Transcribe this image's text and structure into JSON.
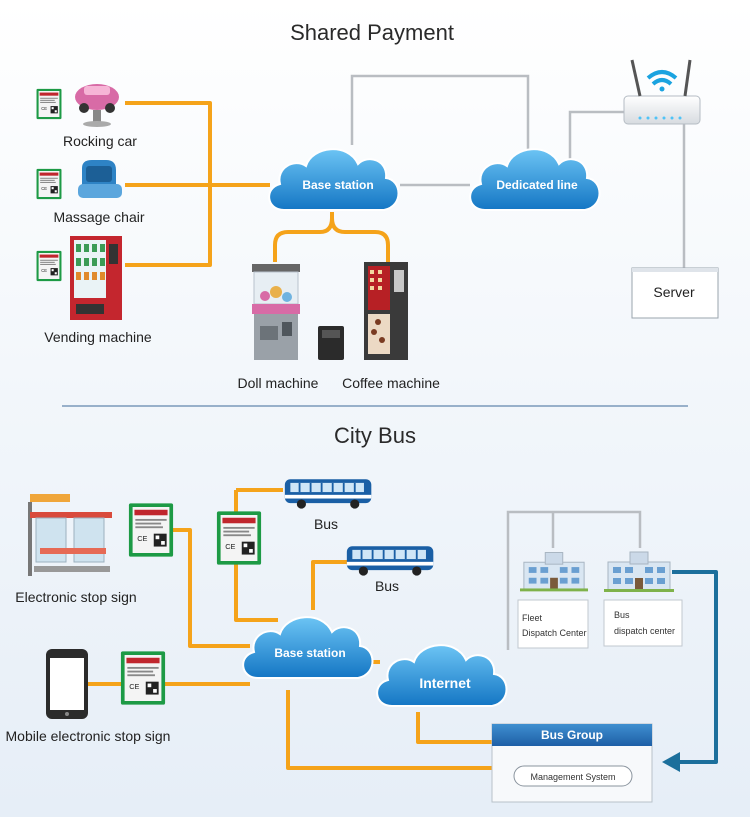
{
  "sections": {
    "top_title": "Shared Payment",
    "bottom_title": "City Bus"
  },
  "top": {
    "rocking_car": "Rocking car",
    "massage_chair": "Massage chair",
    "vending_machine": "Vending machine",
    "base_station": "Base station",
    "dedicated_line": "Dedicated line",
    "server": "Server",
    "doll_machine": "Doll machine",
    "coffee_machine": "Coffee machine"
  },
  "bottom": {
    "electronic_stop_sign": "Electronic stop sign",
    "mobile_stop_sign": "Mobile electronic stop sign",
    "bus1": "Bus",
    "bus2": "Bus",
    "base_station": "Base station",
    "internet": "Internet",
    "fleet_line1": "Fleet",
    "fleet_line2": "Dispatch Center",
    "busdisp_line1": "Bus",
    "busdisp_line2": "dispatch center",
    "bus_group": "Bus Group",
    "management_system": "Management System"
  },
  "colors": {
    "orange": "#f5a31a",
    "gray_line": "#b9bdc2",
    "cloud_blue": "#1f8fd8",
    "arrow_blue": "#1c6f9c"
  }
}
